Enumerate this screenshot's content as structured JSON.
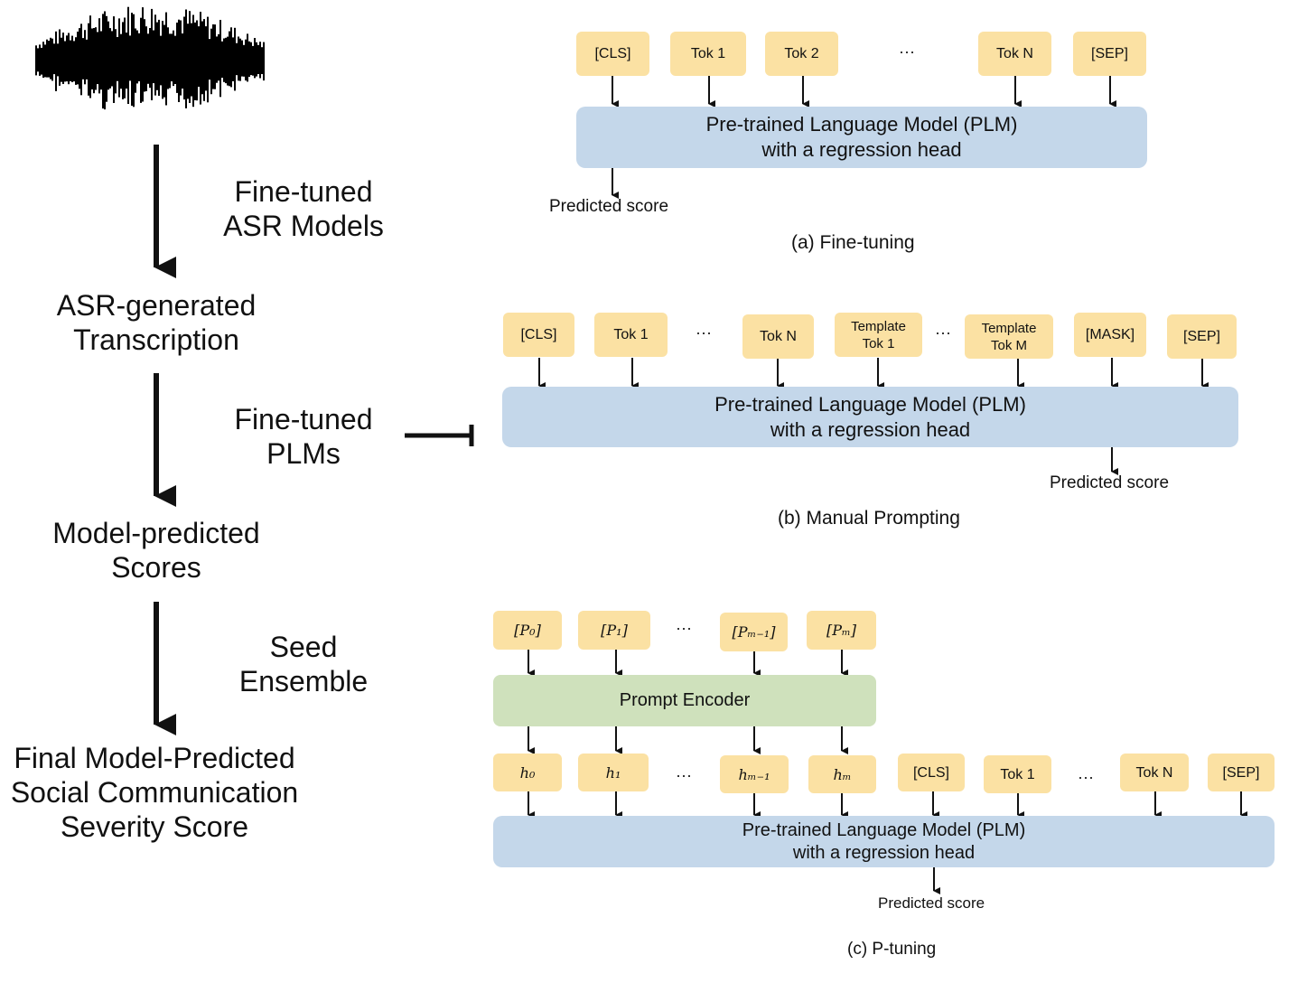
{
  "pipeline": {
    "step1_label": [
      "Fine-tuned",
      "ASR Models"
    ],
    "node1": [
      "ASR-generated",
      "Transcription"
    ],
    "step2_label": [
      "Fine-tuned",
      "PLMs"
    ],
    "node2": [
      "Model-predicted",
      "Scores"
    ],
    "step3_label": [
      "Seed",
      "Ensemble"
    ],
    "node3": [
      "Final Model-Predicted",
      "Social Communication",
      "Severity Score"
    ]
  },
  "panel_a": {
    "tokens": [
      "[CLS]",
      "Tok 1",
      "Tok 2",
      "Tok N",
      "[SEP]"
    ],
    "ellipsis": "···",
    "plm": [
      "Pre-trained Language Model (PLM)",
      "with a regression head"
    ],
    "output": "Predicted score",
    "caption": "(a) Fine-tuning"
  },
  "panel_b": {
    "tokens": [
      "[CLS]",
      "Tok 1",
      "Tok N",
      "Template\nTok 1",
      "Template\nTok M",
      "[MASK]",
      "[SEP]"
    ],
    "ellipsis": "···",
    "plm": [
      "Pre-trained Language Model (PLM)",
      "with a regression head"
    ],
    "output": "Predicted score",
    "caption": "(b) Manual Prompting"
  },
  "panel_c": {
    "prompt_tokens": [
      "[P₀]",
      "[P₁]",
      "[Pₘ₋₁]",
      "[Pₘ]"
    ],
    "encoder": "Prompt Encoder",
    "hidden": [
      "h₀",
      "h₁",
      "hₘ₋₁",
      "hₘ"
    ],
    "text_tokens": [
      "[CLS]",
      "Tok 1",
      "Tok N",
      "[SEP]"
    ],
    "ellipsis": "···",
    "plm": [
      "Pre-trained Language Model (PLM)",
      "with a regression head"
    ],
    "output": "Predicted score",
    "caption": "(c) P-tuning"
  },
  "colors": {
    "token": "#fbe1a3",
    "plm": "#c4d7ea",
    "encoder": "#cfe1bc"
  },
  "icons": [
    "waveform-icon"
  ]
}
